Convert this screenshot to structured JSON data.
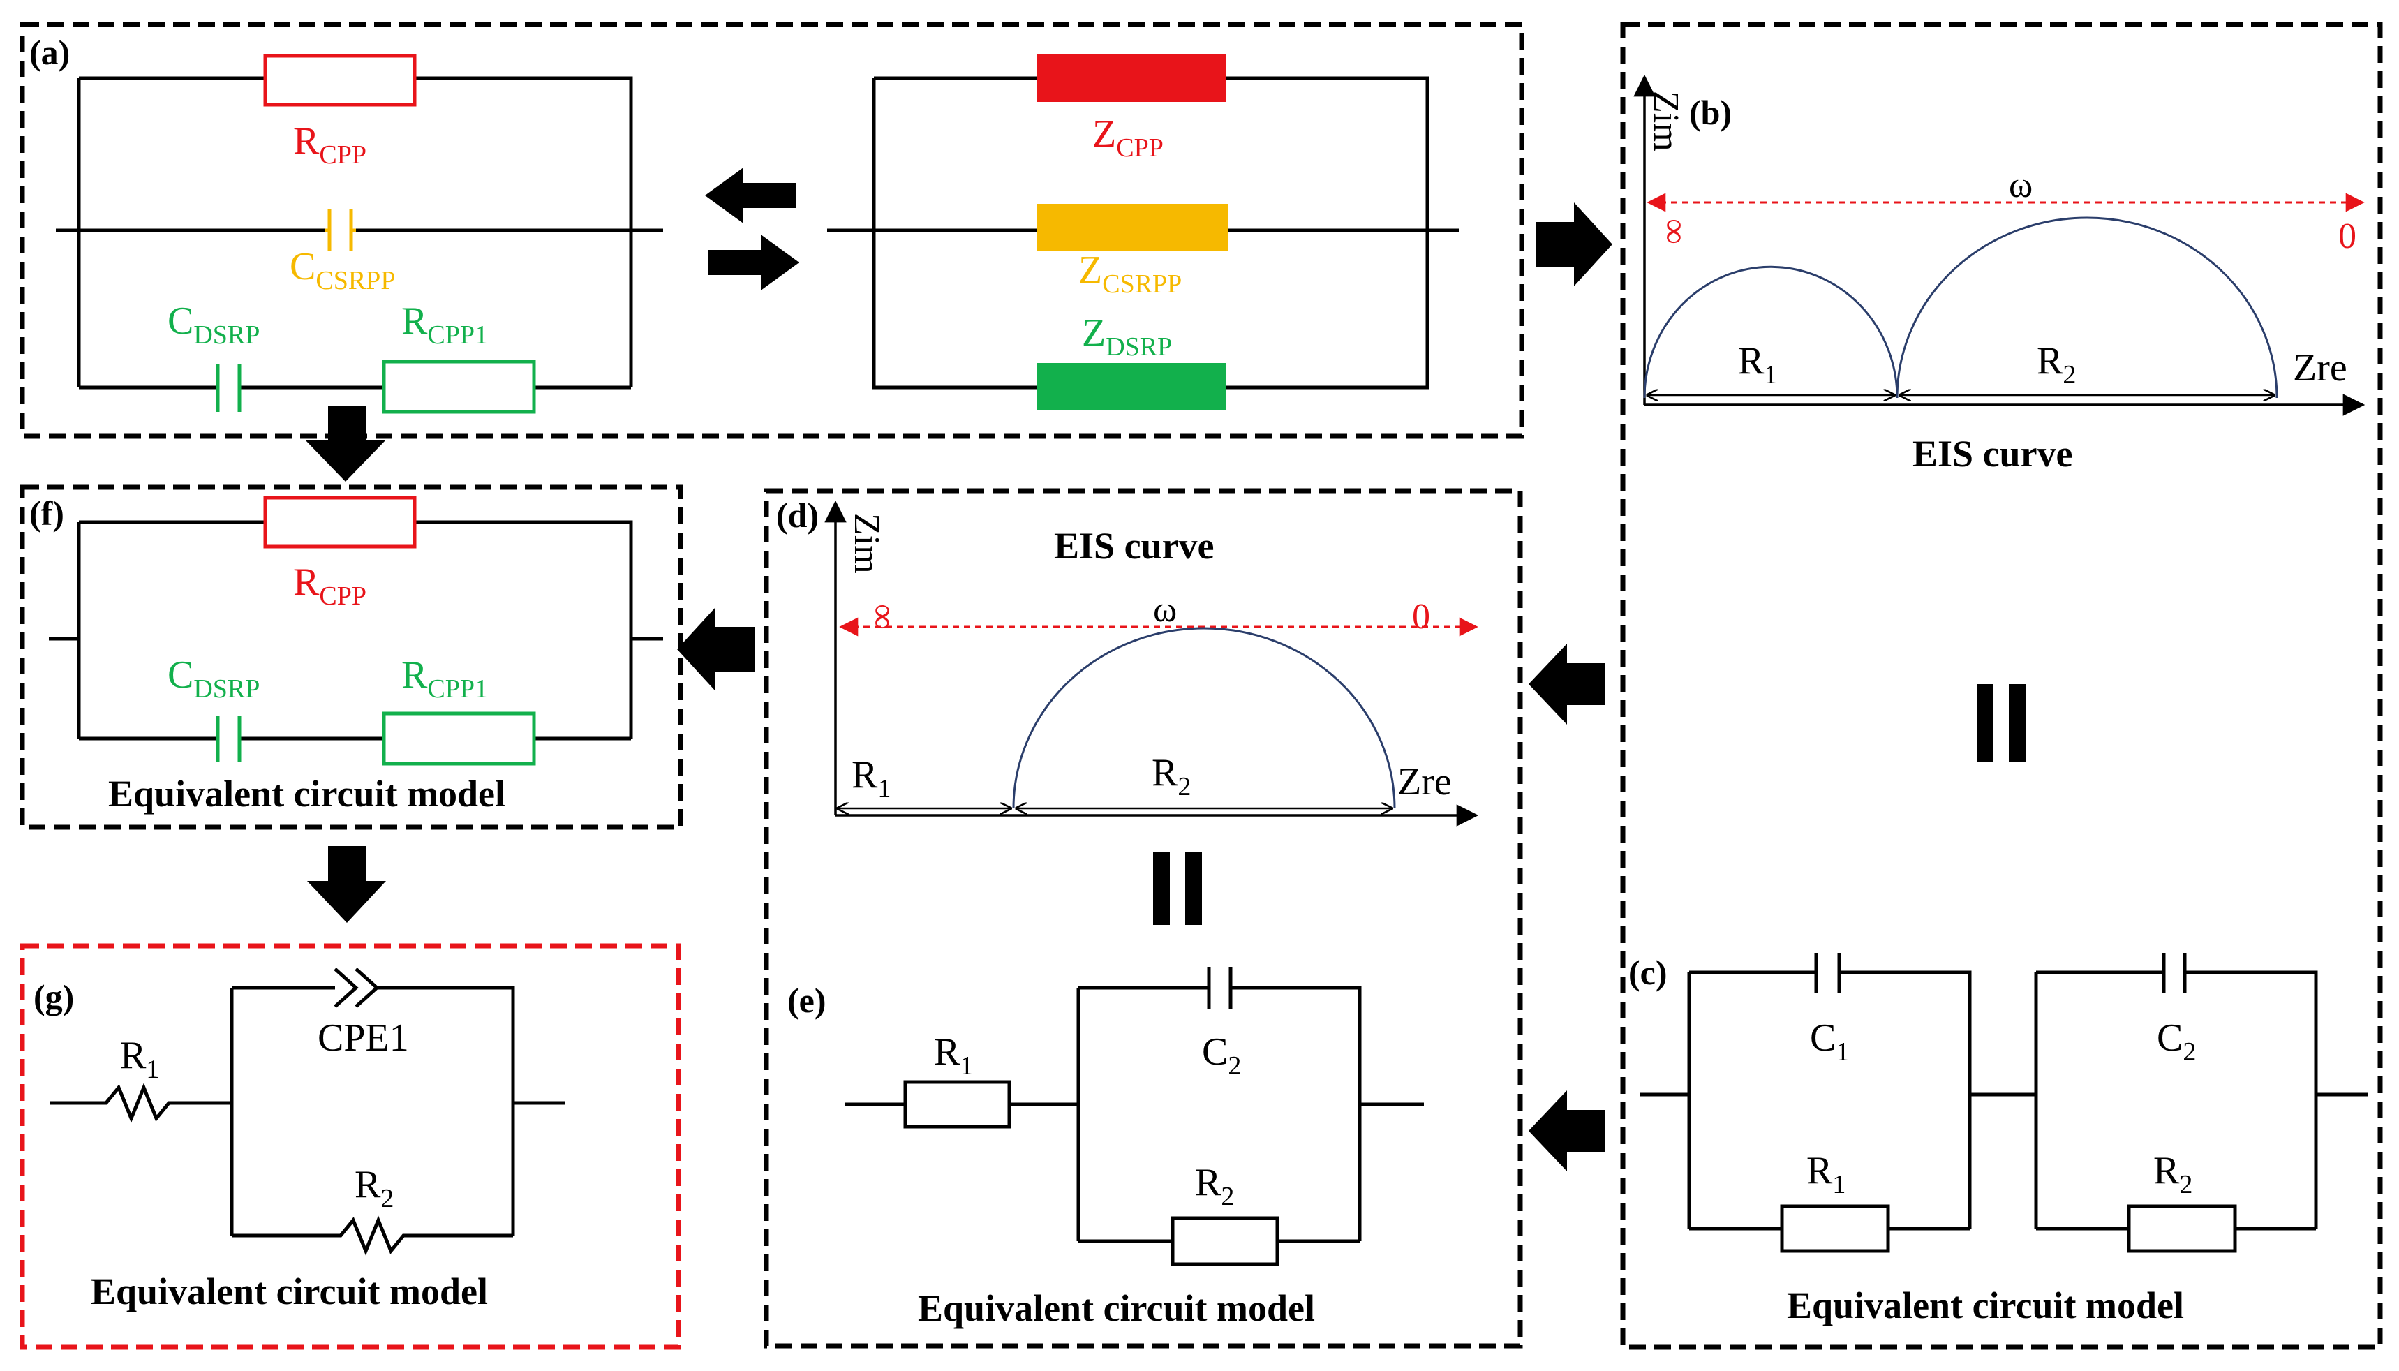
{
  "colors": {
    "cpp": "#e8141a",
    "csrpp": "#f6b900",
    "dsrp": "#12b04c",
    "wire": "#000000",
    "curve": "#2b3e6b"
  },
  "panels": {
    "a": {
      "label": "(a)"
    },
    "b": {
      "label": "(b)",
      "title": "EIS curve"
    },
    "c": {
      "label": "(c)",
      "caption": "Equivalent circuit model"
    },
    "d": {
      "label": "(d)",
      "title": "EIS curve"
    },
    "e": {
      "label": "(e)",
      "caption": "Equivalent circuit model"
    },
    "f": {
      "label": "(f)",
      "caption": "Equivalent circuit model"
    },
    "g": {
      "label": "(g)",
      "caption": "Equivalent circuit model"
    }
  },
  "components": {
    "r_cpp": {
      "main": "R",
      "sub": "CPP"
    },
    "c_csrpp": {
      "main": "C",
      "sub": "CSRPP"
    },
    "c_dsrp": {
      "main": "C",
      "sub": "DSRP"
    },
    "r_cpp1": {
      "main": "R",
      "sub": "CPP1"
    },
    "z_cpp": {
      "main": "Z",
      "sub": "CPP"
    },
    "z_csrpp": {
      "main": "Z",
      "sub": "CSRPP"
    },
    "z_dsrp": {
      "main": "Z",
      "sub": "DSRP"
    },
    "r1": {
      "main": "R",
      "sub": "1"
    },
    "r2": {
      "main": "R",
      "sub": "2"
    },
    "c1": {
      "main": "C",
      "sub": "1"
    },
    "c2": {
      "main": "C",
      "sub": "2"
    },
    "cpe1": "CPE1"
  },
  "axes": {
    "zim": "Zim",
    "zre": "Zre",
    "omega": "ω",
    "infinity": "∞",
    "zero": "0"
  }
}
